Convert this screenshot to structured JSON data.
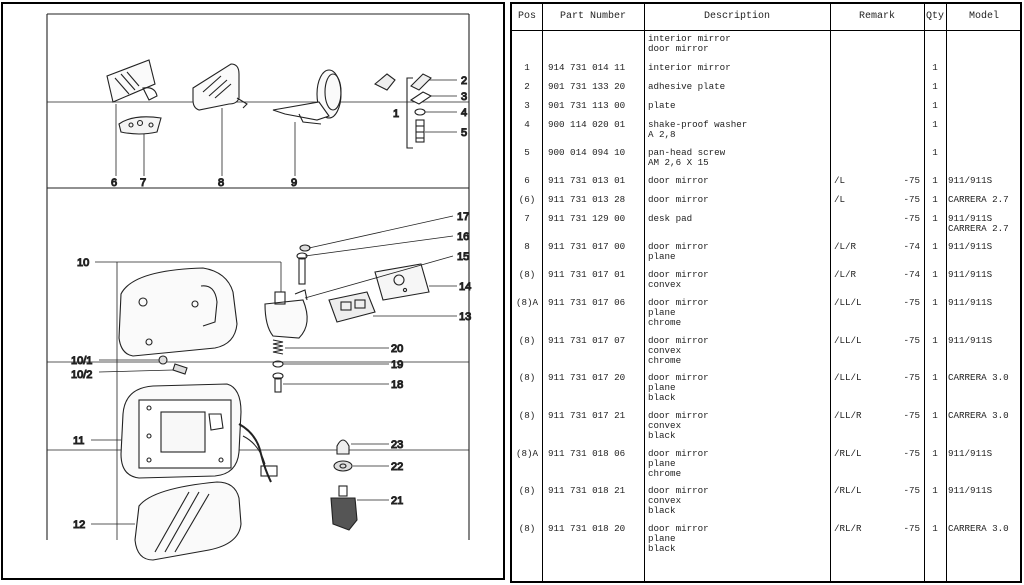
{
  "diagram": {
    "callouts": {
      "c1": "1",
      "c2": "2",
      "c3": "3",
      "c4": "4",
      "c5": "5",
      "c6": "6",
      "c7": "7",
      "c8": "8",
      "c9": "9",
      "c10": "10",
      "c10_1": "10/1",
      "c10_2": "10/2",
      "c11": "11",
      "c12": "12",
      "c13": "13",
      "c14": "14",
      "c15": "15",
      "c16": "16",
      "c17": "17",
      "c18": "18",
      "c19": "19",
      "c20": "20",
      "c21": "21",
      "c22": "22",
      "c23": "23"
    }
  },
  "table": {
    "headers": [
      "Pos",
      "Part Number",
      "Description",
      "Remark",
      "Qty",
      "Model"
    ],
    "rows": [
      {
        "pos": "",
        "part": "",
        "desc": "interior mirror\ndoor mirror",
        "remark": "",
        "rem2": "",
        "qty": "",
        "model": ""
      },
      {
        "pos": "1",
        "part": "914 731 014 11",
        "desc": "interior mirror",
        "remark": "",
        "rem2": "",
        "qty": "1",
        "model": ""
      },
      {
        "pos": "2",
        "part": "901 731 133 20",
        "desc": "adhesive plate",
        "remark": "",
        "rem2": "",
        "qty": "1",
        "model": ""
      },
      {
        "pos": "3",
        "part": "901 731 113 00",
        "desc": "plate",
        "remark": "",
        "rem2": "",
        "qty": "1",
        "model": ""
      },
      {
        "pos": "4",
        "part": "900 114 020 01",
        "desc": "shake-proof washer\nA 2,8",
        "remark": "",
        "rem2": "",
        "qty": "1",
        "model": ""
      },
      {
        "pos": "5",
        "part": "900 014 094 10",
        "desc": "pan-head screw\nAM 2,6 X 15",
        "remark": "",
        "rem2": "",
        "qty": "1",
        "model": ""
      },
      {
        "pos": "6",
        "part": "911 731 013 01",
        "desc": "door mirror",
        "remark": "/L",
        "rem2": "-75",
        "qty": "1",
        "model": "911/911S"
      },
      {
        "pos": "(6)",
        "part": "911 731 013 28",
        "desc": "door mirror",
        "remark": "/L",
        "rem2": "-75",
        "qty": "1",
        "model": "CARRERA 2.7"
      },
      {
        "pos": "7",
        "part": "911 731 129 00",
        "desc": "desk pad",
        "remark": "",
        "rem2": "-75",
        "qty": "1",
        "model": "911/911S\nCARRERA 2.7"
      },
      {
        "pos": "8",
        "part": "911 731 017 00",
        "desc": "door mirror\nplane",
        "remark": "/L/R",
        "rem2": "-74",
        "qty": "1",
        "model": "911/911S"
      },
      {
        "pos": "(8)",
        "part": "911 731 017 01",
        "desc": "door mirror\nconvex",
        "remark": "/L/R",
        "rem2": "-74",
        "qty": "1",
        "model": "911/911S"
      },
      {
        "pos": "(8)A",
        "part": "911 731 017 06",
        "desc": "door mirror\nplane\nchrome",
        "remark": "/LL/L",
        "rem2": "-75",
        "qty": "1",
        "model": "911/911S"
      },
      {
        "pos": "(8)",
        "part": "911 731 017 07",
        "desc": "door mirror\nconvex\nchrome",
        "remark": "/LL/L",
        "rem2": "-75",
        "qty": "1",
        "model": "911/911S"
      },
      {
        "pos": "(8)",
        "part": "911 731 017 20",
        "desc": "door mirror\nplane\nblack",
        "remark": "/LL/L",
        "rem2": "-75",
        "qty": "1",
        "model": "CARRERA 3.0"
      },
      {
        "pos": "(8)",
        "part": "911 731 017 21",
        "desc": "door mirror\nconvex\nblack",
        "remark": "/LL/R",
        "rem2": "-75",
        "qty": "1",
        "model": "CARRERA 3.0"
      },
      {
        "pos": "(8)A",
        "part": "911 731 018 06",
        "desc": "door mirror\nplane\nchrome",
        "remark": "/RL/L",
        "rem2": "-75",
        "qty": "1",
        "model": "911/911S"
      },
      {
        "pos": "(8)",
        "part": "911 731 018 21",
        "desc": "door mirror\nconvex\nblack",
        "remark": "/RL/L",
        "rem2": "-75",
        "qty": "1",
        "model": "911/911S"
      },
      {
        "pos": "(8)",
        "part": "911 731 018 20",
        "desc": "door mirror\nplane\nblack",
        "remark": "/RL/R",
        "rem2": "-75",
        "qty": "1",
        "model": "CARRERA 3.0"
      }
    ]
  }
}
